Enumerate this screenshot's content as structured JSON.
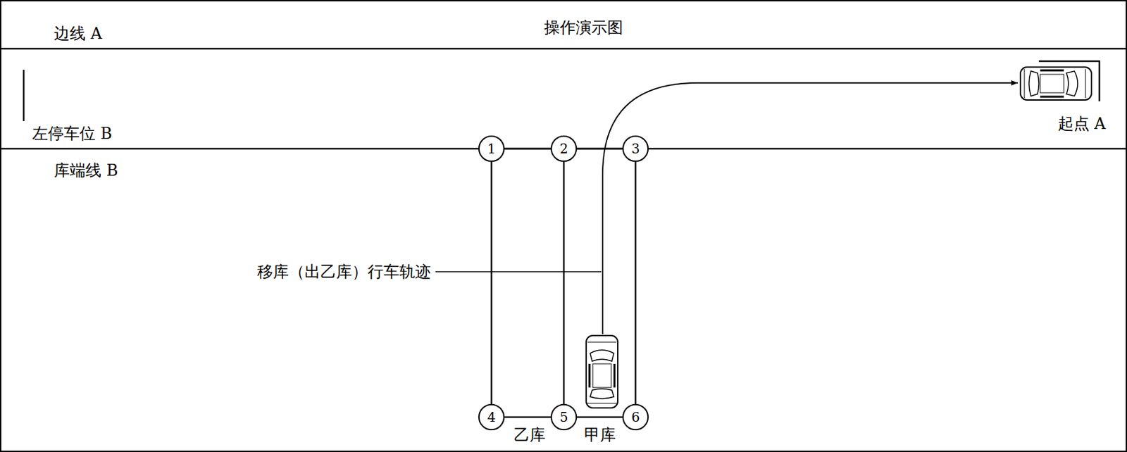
{
  "diagram": {
    "title": "操作演示图",
    "nodes": [
      {
        "text": [
          "1"
        ]
      },
      {
        "text": [
          "2"
        ]
      },
      {
        "text": [
          "3"
        ]
      },
      {
        "text": [
          "4"
        ]
      },
      {
        "text": [
          "5"
        ]
      },
      {
        "text": [
          "6"
        ]
      }
    ],
    "edges": [
      {
        "from": 0,
        "to": 1,
        "arrow": "none"
      },
      {
        "from": 1,
        "to": 2,
        "arrow": "none"
      },
      {
        "from": 0,
        "to": 3,
        "arrow": "none"
      },
      {
        "from": 1,
        "to": 4,
        "arrow": "none"
      },
      {
        "from": 2,
        "to": 5,
        "arrow": "none"
      },
      {
        "from": 3,
        "to": 4,
        "arrow": "none"
      },
      {
        "from": 4,
        "to": 5,
        "arrow": "none"
      }
    ],
    "labels": [
      "边线 A",
      "左停车位 B",
      "库端线 B",
      "移库（出乙库）行车轨迹",
      "起点 A",
      "乙库",
      "甲库"
    ]
  }
}
